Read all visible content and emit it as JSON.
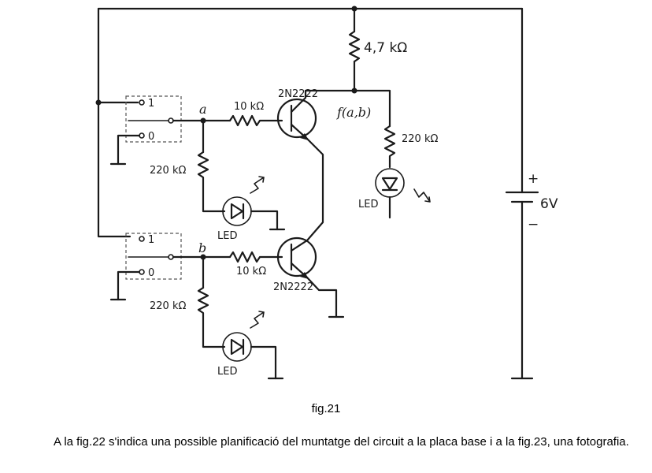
{
  "figure": {
    "resistor_top": "4,7 kΩ",
    "resistor_a": "10 kΩ",
    "resistor_b": "10 kΩ",
    "resistor_led_a": "220 kΩ",
    "resistor_led_b": "220 kΩ",
    "resistor_out": "220 kΩ",
    "transistor_top": "2N2222",
    "transistor_bottom": "2N2222",
    "node_a": "a",
    "node_b": "b",
    "output_label": "f(a,b)",
    "switch_a_pos1": "1",
    "switch_a_pos0": "0",
    "switch_b_pos1": "1",
    "switch_b_pos0": "0",
    "led_a": "LED",
    "led_b": "LED",
    "led_out": "LED",
    "battery_plus": "+",
    "battery_minus": "−",
    "battery_voltage": "6V"
  },
  "caption": "fig.21",
  "paragraph": "A la fig.22 s'indica una possible planificació del muntatge del circuit a la placa base i a la fig.23, una fotografia."
}
